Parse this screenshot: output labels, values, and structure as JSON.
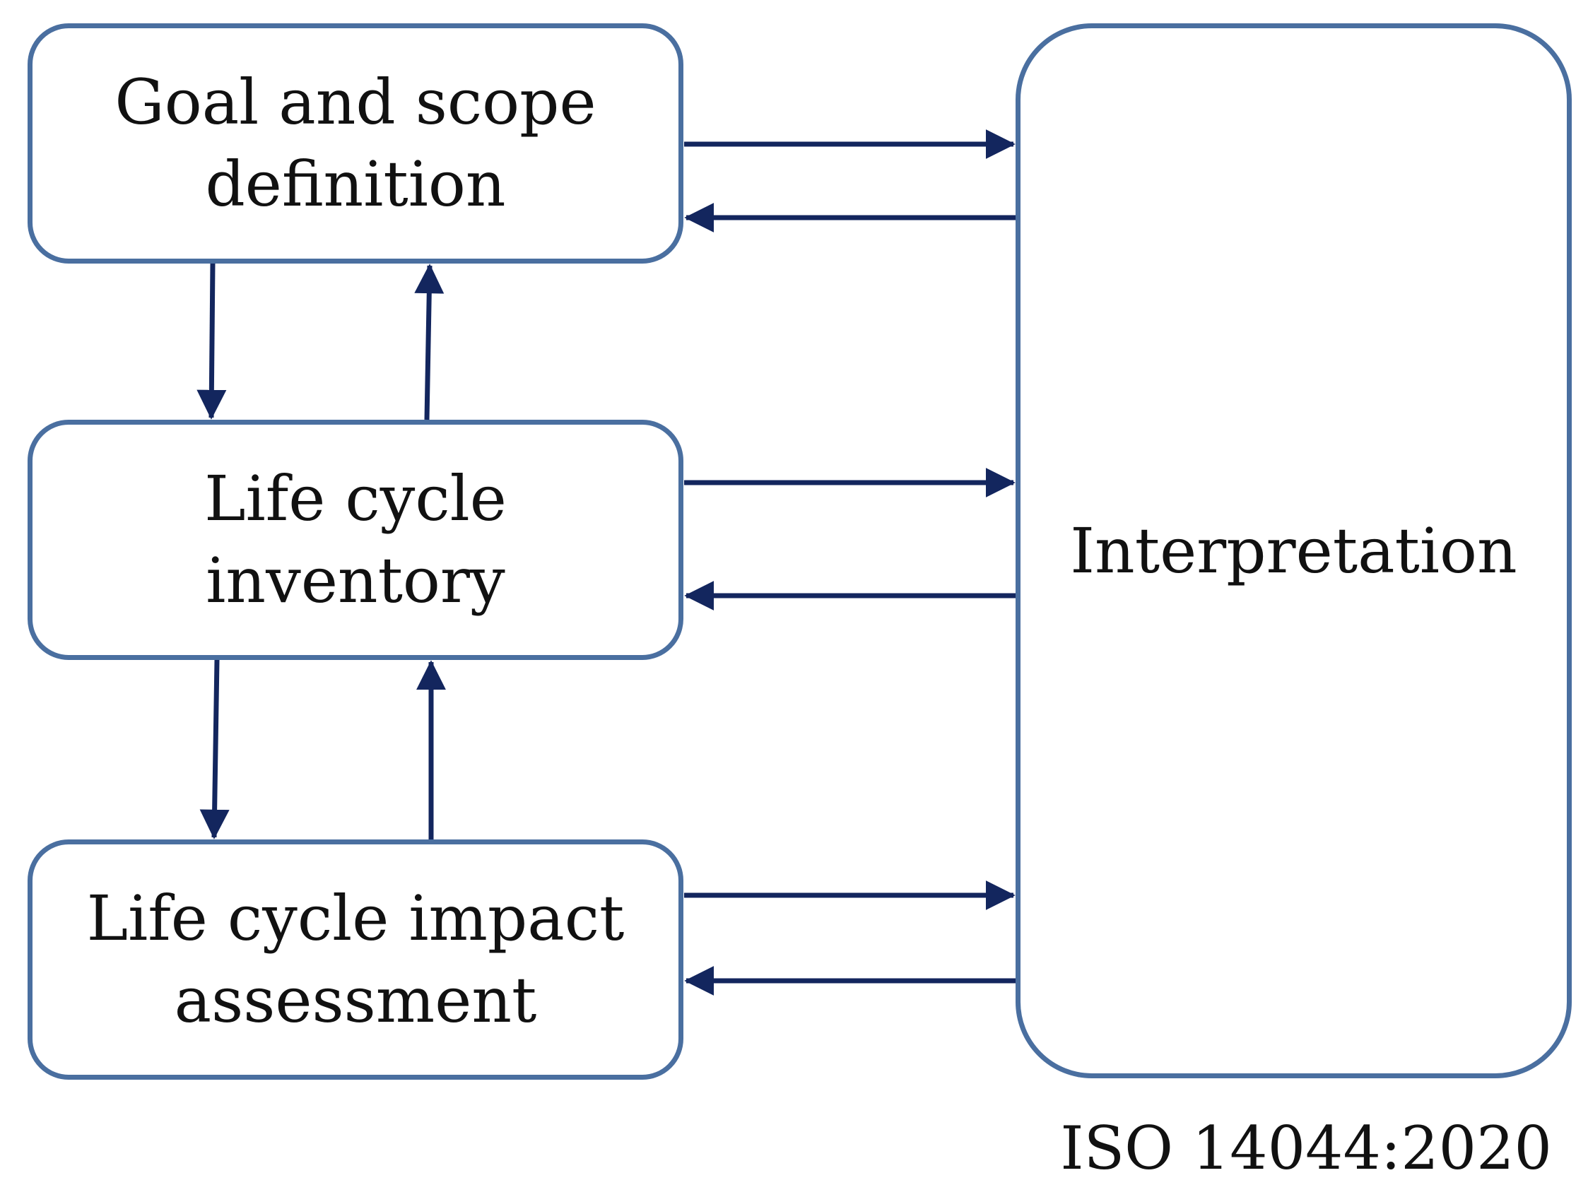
{
  "stages": {
    "goal": [
      "Goal and scope",
      "definition"
    ],
    "inventory": [
      "Life cycle",
      "inventory"
    ],
    "impact": [
      "Life cycle impact",
      "assessment"
    ]
  },
  "interpretation": "Interpretation",
  "source": "ISO 14044:2020",
  "colors": {
    "box_border": "#4a6fa0",
    "arrow": "#13265e",
    "text": "#111111"
  }
}
